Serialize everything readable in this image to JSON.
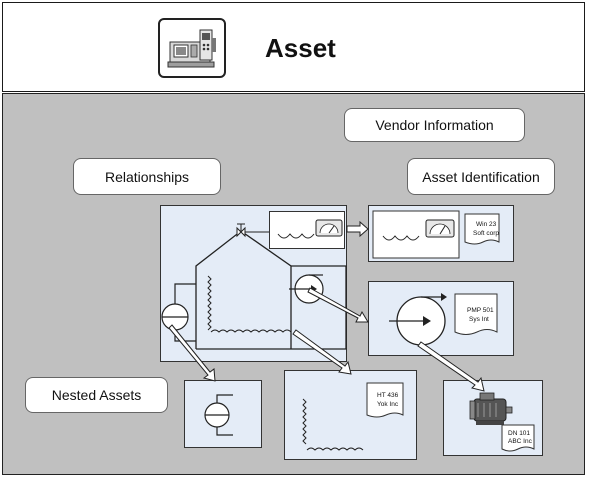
{
  "header": {
    "title": "Asset",
    "icon": "cnc-machine-icon"
  },
  "labels": {
    "vendor_information": "Vendor Information",
    "relationships": "Relationships",
    "asset_identification": "Asset Identification",
    "nested_assets": "Nested Assets"
  },
  "datasheets": {
    "gauge_line1": "Win 23",
    "gauge_line2": "Soft corp",
    "pump_line1": "PMP 501",
    "pump_line2": "Sys Int",
    "heater_line1": "HT 436",
    "heater_line2": "Yok Inc",
    "motor_line1": "DN 101",
    "motor_line2": "ABC Inc"
  },
  "colors": {
    "panel_background": "#c0c0c0",
    "tile_background": "#e4ecf7",
    "stroke": "#222222"
  }
}
